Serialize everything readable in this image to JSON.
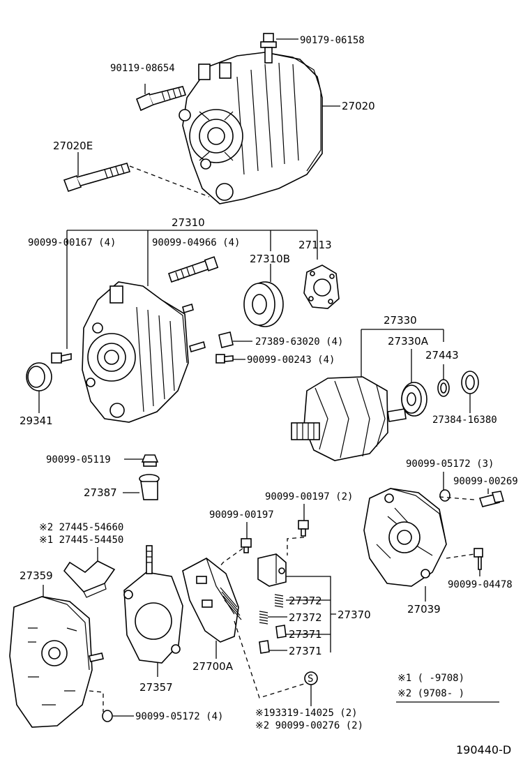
{
  "labels": {
    "p90179_06158": "90179-06158",
    "p90119_08654": "90119-08654",
    "p27020": "27020",
    "p27020E": "27020E",
    "p27310": "27310",
    "p90099_00167": "90099-00167 (4)",
    "p90099_04966": "90099-04966 (4)",
    "p27113": "27113",
    "p27310B": "27310B",
    "p27389_63020": "27389-63020 (4)",
    "p90099_00243": "90099-00243 (4)",
    "p27330": "27330",
    "p27330A": "27330A",
    "p27443": "27443",
    "p29341": "29341",
    "p27384_16380": "27384-16380",
    "p90099_05119": "90099-05119",
    "p90099_05172_3": "90099-05172 (3)",
    "p90099_00269": "90099-00269",
    "p27387": "27387",
    "p90099_00197_2": "90099-00197 (2)",
    "p27445_54660": "※2 27445-54660",
    "p27445_54450": "※1 27445-54450",
    "p90099_00197": "90099-00197",
    "p27359": "27359",
    "p27372_a": "27372",
    "p27372_b": "27372",
    "p27370": "27370",
    "p27371_a": "27371",
    "p27371_b": "27371",
    "p90099_04478": "90099-04478",
    "p27039": "27039",
    "p27700A": "27700A",
    "p27357": "27357",
    "p90099_05172_4": "90099-05172 (4)",
    "p193319_14025": "※193319-14025 (2)",
    "p90099_00276": "※2 90099-00276 (2)",
    "s_badge": "S"
  },
  "legend": {
    "line1": "※1 (      -9708)",
    "line2": "※2 (9708-      )"
  },
  "diagram_code": "190440-D"
}
